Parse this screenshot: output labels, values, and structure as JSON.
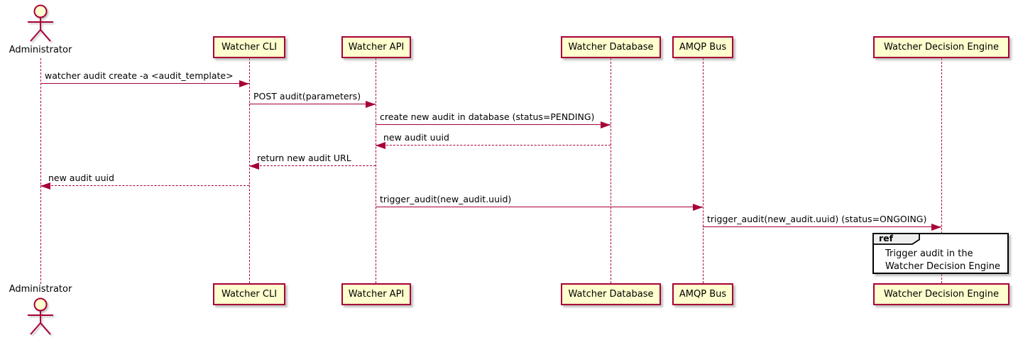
{
  "diagram": {
    "kind": "sequence-diagram",
    "colors": {
      "participant_fill": "#FEFECE",
      "participant_border": "#A80036",
      "line_color": "#A80036",
      "text_color": "#000000",
      "ref_border": "#000000",
      "ref_tab_fill": "#EEEEEE",
      "background": "#FFFFFF"
    },
    "actor": {
      "label": "Administrator"
    },
    "participants": [
      {
        "label": "Watcher CLI"
      },
      {
        "label": "Watcher API"
      },
      {
        "label": "Watcher Database"
      },
      {
        "label": "AMQP Bus"
      },
      {
        "label": "Watcher Decision Engine"
      }
    ],
    "messages": [
      {
        "from": "Administrator",
        "to": "Watcher CLI",
        "style": "solid",
        "label": "watcher audit create -a <audit_template>"
      },
      {
        "from": "Watcher CLI",
        "to": "Watcher API",
        "style": "solid",
        "label": "POST audit(parameters)"
      },
      {
        "from": "Watcher API",
        "to": "Watcher Database",
        "style": "solid",
        "label": "create new audit in database (status=PENDING)"
      },
      {
        "from": "Watcher Database",
        "to": "Watcher API",
        "style": "dashed",
        "label": "new audit uuid"
      },
      {
        "from": "Watcher API",
        "to": "Watcher CLI",
        "style": "dashed",
        "label": "return new audit URL"
      },
      {
        "from": "Watcher CLI",
        "to": "Administrator",
        "style": "dashed",
        "label": "new audit uuid"
      },
      {
        "from": "Watcher API",
        "to": "AMQP Bus",
        "style": "solid",
        "label": "trigger_audit(new_audit.uuid)"
      },
      {
        "from": "AMQP Bus",
        "to": "Watcher Decision Engine",
        "style": "solid",
        "label": "trigger_audit(new_audit.uuid) (status=ONGOING)"
      }
    ],
    "ref_fragment": {
      "keyword": "ref",
      "line1": "Trigger audit in the",
      "line2": "Watcher Decision Engine",
      "over": "Watcher Decision Engine"
    }
  }
}
